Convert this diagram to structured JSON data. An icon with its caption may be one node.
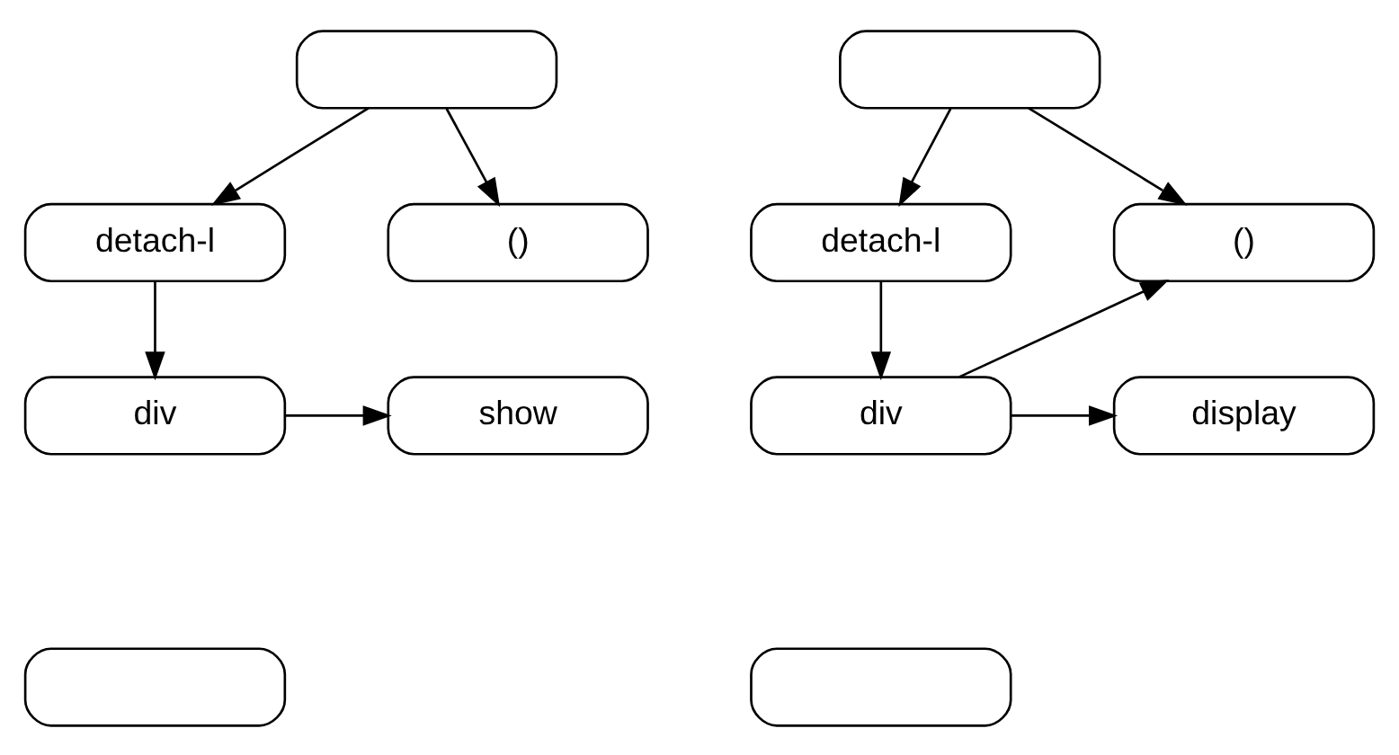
{
  "diagram": {
    "nodes": [
      {
        "text": [],
        "shape": "box"
      },
      {
        "text": [
          "detach-l"
        ]
      },
      {
        "text": [
          "()"
        ]
      },
      {
        "text": [
          "div"
        ]
      },
      {
        "text": [
          "show"
        ]
      },
      {
        "text": [],
        "shape": "box"
      },
      {
        "text": [],
        "shape": "box"
      },
      {
        "text": [
          "detach-l"
        ]
      },
      {
        "text": [
          "()"
        ]
      },
      {
        "text": [
          "div"
        ]
      },
      {
        "text": [
          "display"
        ]
      },
      {
        "text": [],
        "shape": "box"
      }
    ],
    "edges": [
      {
        "from": 0,
        "to": 1,
        "arrow": "to"
      },
      {
        "from": 0,
        "to": 2,
        "arrow": "to"
      },
      {
        "from": 1,
        "to": 3,
        "arrow": "to"
      },
      {
        "from": 3,
        "to": 4,
        "arrow": "to"
      },
      {
        "from": 6,
        "to": 7,
        "arrow": "to"
      },
      {
        "from": 6,
        "to": 8,
        "arrow": "to"
      },
      {
        "from": 7,
        "to": 9,
        "arrow": "to"
      },
      {
        "from": 9,
        "to": 8,
        "arrow": "to"
      },
      {
        "from": 9,
        "to": 10,
        "arrow": "to"
      }
    ]
  }
}
